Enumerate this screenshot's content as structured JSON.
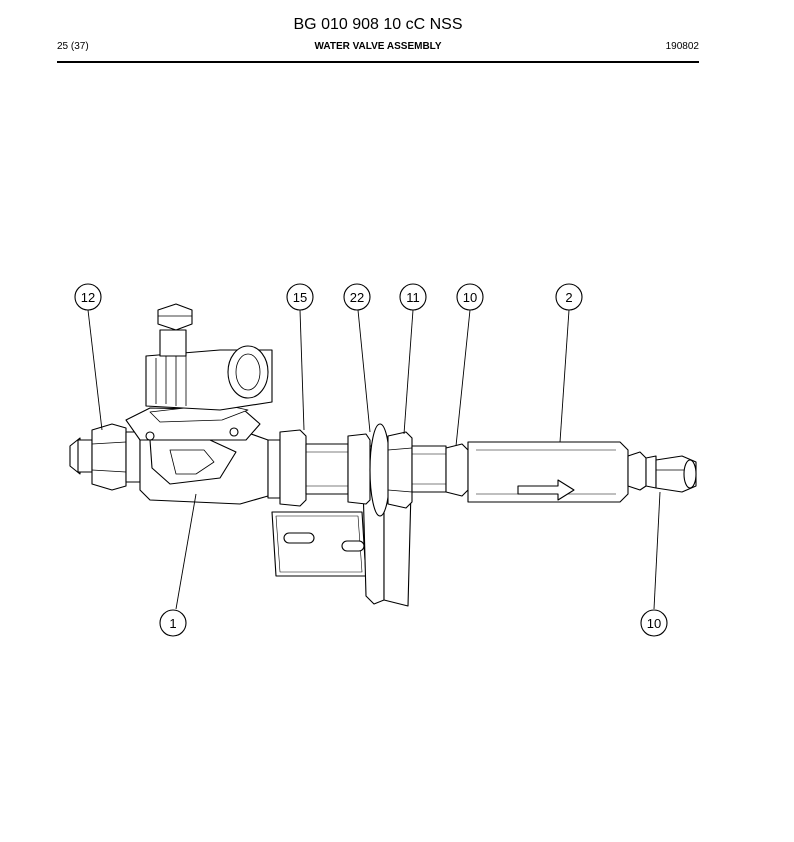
{
  "header": {
    "doc_number": "BG 010 908 10 cC NSS",
    "page": "25 (37)",
    "section_title": "WATER VALVE ASSEMBLY",
    "date_code": "190802"
  },
  "callouts": {
    "c12": "12",
    "c15": "15",
    "c22": "22",
    "c11": "11",
    "c10a": "10",
    "c2": "2",
    "c1": "1",
    "c10b": "10"
  },
  "colors": {
    "line": "#000000",
    "background": "#ffffff"
  },
  "icons": {
    "flow_direction": "arrow-right-icon"
  }
}
